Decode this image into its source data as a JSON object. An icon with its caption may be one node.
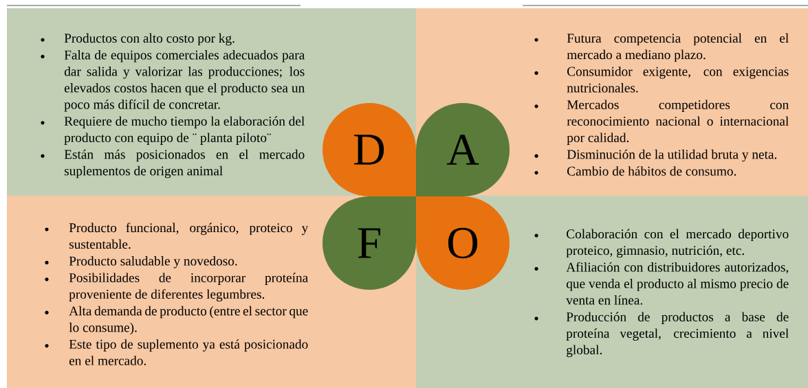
{
  "diagram": {
    "nodes": [
      {
        "text": [
          "Productos con alto costo por kg.",
          "Falta de equipos comerciales adecuados para dar salida y valorizar las producciones; los elevados costos hacen que el producto sea un poco más difícil de concretar.",
          "Requiere de mucho tiempo la elaboración del producto con equipo de ¨ planta piloto¨",
          "Están más posicionados en el mercado suplementos de origen animal"
        ]
      },
      {
        "text": [
          "Futura competencia potencial en el mercado a mediano plazo.",
          "Consumidor exigente, con exigencias nutricionales.",
          "Mercados competidores con reconocimiento nacional o internacional por calidad.",
          "Disminución de la utilidad bruta y neta.",
          "Cambio de hábitos de consumo."
        ]
      },
      {
        "text": [
          "Producto funcional, orgánico, proteico y sustentable.",
          "Producto saludable y novedoso.",
          "Posibilidades de incorporar proteína proveniente de diferentes legumbres.",
          "Alta demanda de producto (entre el sector que lo consume).",
          "Este tipo de suplemento ya está posicionado en el mercado."
        ]
      },
      {
        "text": [
          "Colaboración con el mercado deportivo proteico, gimnasio, nutrición, etc.",
          "Afiliación con distribuidores autorizados, que venda el producto al mismo precio de venta en línea.",
          "Producción de productos a base de proteína vegetal, crecimiento a nivel global."
        ]
      },
      {
        "text": [
          "D"
        ],
        "in": 0
      },
      {
        "text": [
          "A"
        ],
        "in": 1
      },
      {
        "text": [
          "F"
        ],
        "in": 2
      },
      {
        "text": [
          "O"
        ],
        "in": 3
      }
    ]
  }
}
